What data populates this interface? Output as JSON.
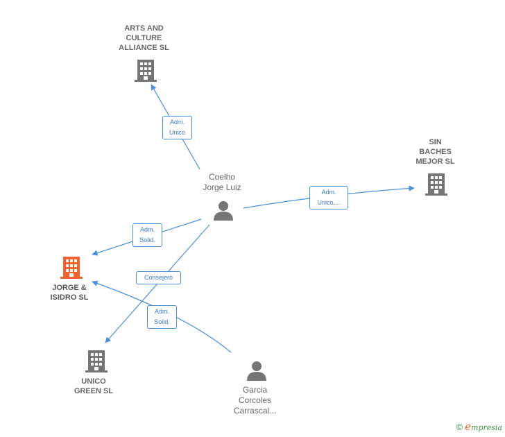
{
  "nodes": {
    "arts": {
      "label": "ARTS AND\nCULTURE\nALLIANCE SL",
      "type": "company",
      "color": "#757575",
      "icon": "building-icon"
    },
    "sin": {
      "label": "SIN\nBACHES\nMEJOR SL",
      "type": "company",
      "color": "#757575",
      "icon": "building-icon"
    },
    "coelho": {
      "label": "Coelho\nJorge Luiz",
      "type": "person",
      "color": "#757575",
      "icon": "person-icon"
    },
    "jorge": {
      "label": "JORGE &\nISIDRO SL",
      "type": "company",
      "color": "#f0632c",
      "icon": "building-icon"
    },
    "unico": {
      "label": "UNICO\nGREEN SL",
      "type": "company",
      "color": "#757575",
      "icon": "building-icon"
    },
    "garcia": {
      "label": "Garcia\nCorcoles\nCarrascal...",
      "type": "person",
      "color": "#757575",
      "icon": "person-icon"
    }
  },
  "relations": [
    {
      "id": "r1",
      "label": "Adm.\nUnico"
    },
    {
      "id": "r2",
      "label": "Adm.\nUnico,..."
    },
    {
      "id": "r3",
      "label": "Adm.\nSolid."
    },
    {
      "id": "r4",
      "label": "Consejero"
    },
    {
      "id": "r5",
      "label": "Adm.\nSolid."
    }
  ],
  "colors": {
    "edge": "#4a90d9",
    "building": "#757575",
    "focus_building": "#f0632c"
  },
  "watermark": {
    "copyright": "©",
    "brand_first": "e",
    "brand_rest": "mpresia"
  }
}
